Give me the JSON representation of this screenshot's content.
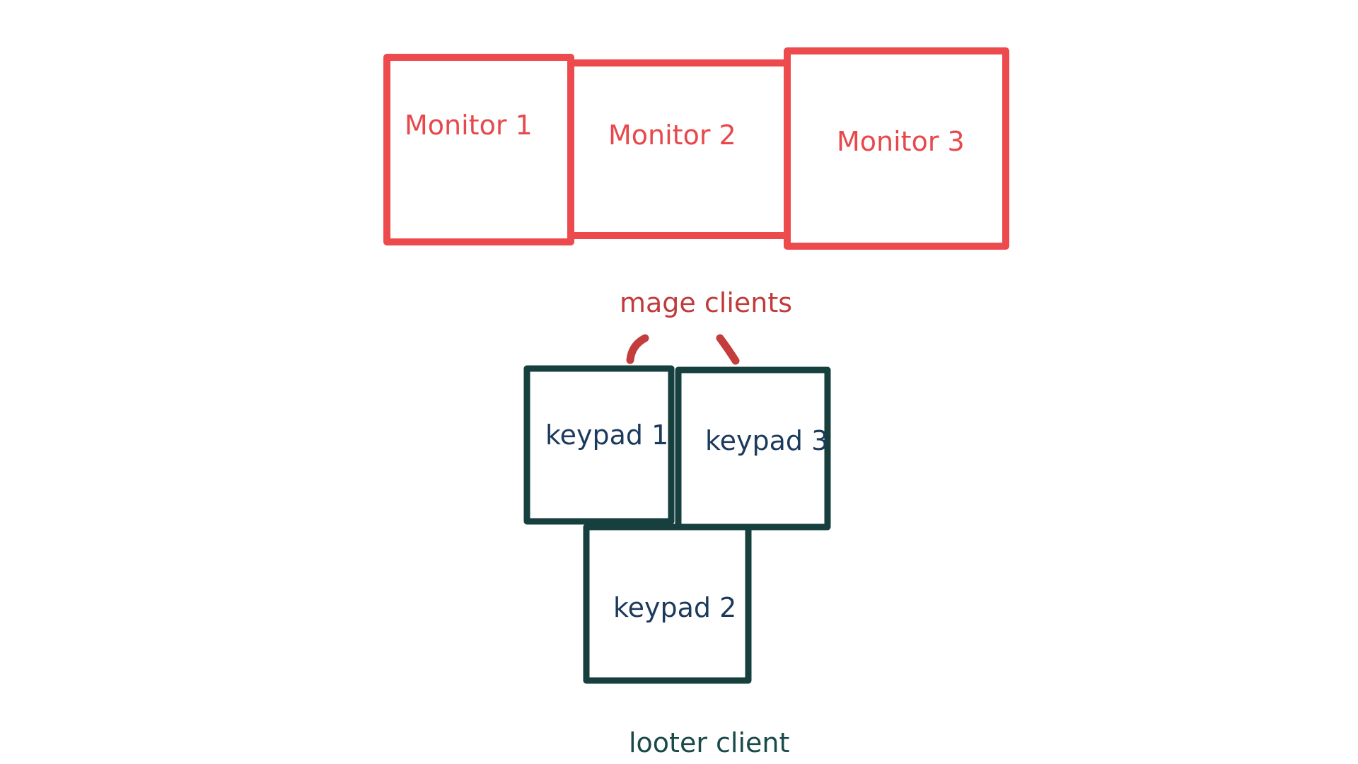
{
  "colors": {
    "monitor_stroke": "#ec4a4d",
    "monitor_text": "#e8484b",
    "keypad_stroke": "#163f3d",
    "keypad_text": "#1b3a5c",
    "mage_label": "#c23b3b",
    "mage_connectors": "#c33d3d",
    "looter_label": "#1a4a48"
  },
  "monitors": [
    {
      "label": "Monitor 1"
    },
    {
      "label": "Monitor 2"
    },
    {
      "label": "Monitor 3"
    }
  ],
  "keypads": [
    {
      "label": "keypad 1"
    },
    {
      "label": "keypad 3"
    },
    {
      "label": "keypad 2"
    }
  ],
  "groups": {
    "mage_label": "mage clients",
    "looter_label": "looter client"
  }
}
